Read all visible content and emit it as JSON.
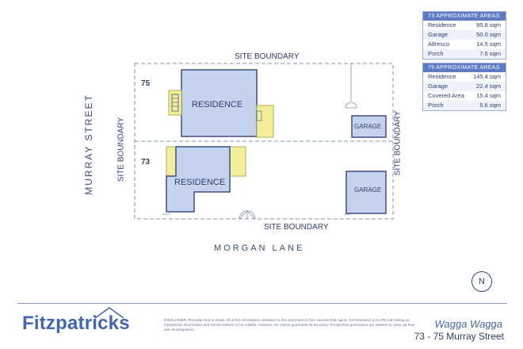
{
  "areas_73": {
    "title": "73  APPROXIMATE AREAS",
    "rows": [
      {
        "label": "Residence",
        "value": "95.8 sqm"
      },
      {
        "label": "Garage",
        "value": "50.0 sqm"
      },
      {
        "label": "Alfresco",
        "value": "14.5 sqm"
      },
      {
        "label": "Porch",
        "value": "7.6 sqm"
      }
    ]
  },
  "areas_75": {
    "title": "75  APPROXIMATE AREAS",
    "rows": [
      {
        "label": "Residence",
        "value": "145.4 sqm"
      },
      {
        "label": "Garage",
        "value": "22.4 sqm"
      },
      {
        "label": "Covered Area",
        "value": "15.4 sqm"
      },
      {
        "label": "Porch",
        "value": "5.6 sqm"
      }
    ]
  },
  "plan": {
    "site_boundary": "SITE BOUNDARY",
    "lot_75": "75",
    "lot_73": "73",
    "residence": "RESIDENCE",
    "garage": "GARAGE"
  },
  "streets": {
    "murray": "MURRAY STREET",
    "morgan": "MORGAN LANE"
  },
  "north_label": "N",
  "footer": {
    "brand": "Fitzpatricks",
    "disclaimer": "DISCLAIMER: Floorplan Not to Scale. All of the information contained in this document is from sources that Agent, OJ Fitzpatrick & Co Pty Ltd trading as Fitzpatricks Real Estate and Vendor believe to be reliable, however, we cannot guarantee its accuracy. Prospective purchasers are advised to carry out their own investigations.",
    "city": "Wagga Wagga",
    "address": "73 - 75 Murray Street"
  },
  "colors": {
    "building_fill": "#c5d3ee",
    "building_stroke": "#3d4f80",
    "covered_fill": "#f2ef9c",
    "boundary": "#8a8fa8"
  }
}
